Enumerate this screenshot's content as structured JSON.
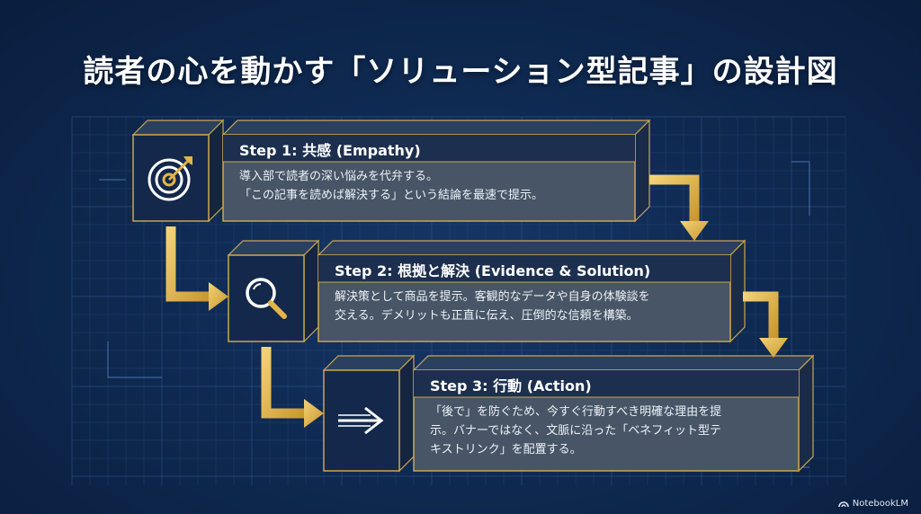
{
  "title": "読者の心を動かす「ソリューション型記事」の設計図",
  "steps": [
    {
      "title": "Step 1: 共感 (Empathy)",
      "icon": "target-icon",
      "lines": [
        "導入部で読者の深い悩みを代弁する。",
        "「この記事を読めば解決する」という結論を最速で提示。"
      ]
    },
    {
      "title": "Step 2: 根拠と解決 (Evidence & Solution)",
      "icon": "magnifier-icon",
      "lines": [
        "解決策として商品を提示。客観的なデータや自身の体験談を",
        "交える。デメリットも正直に伝え、圧倒的な信頼を構築。"
      ]
    },
    {
      "title": "Step 3: 行動 (Action)",
      "icon": "arrow-right-icon",
      "lines": [
        "「後で」を防ぐため、今すぐ行動すべき明確な理由を提",
        "示。バナーではなく、文脈に沿った「ベネフィット型テ",
        "キストリンク」を配置する。"
      ]
    }
  ],
  "brand": "NotebookLM",
  "colors": {
    "gold": "#e3b54a",
    "panel": "#475566",
    "panel_header": "#1d2f4e",
    "border": "#c9a651"
  }
}
